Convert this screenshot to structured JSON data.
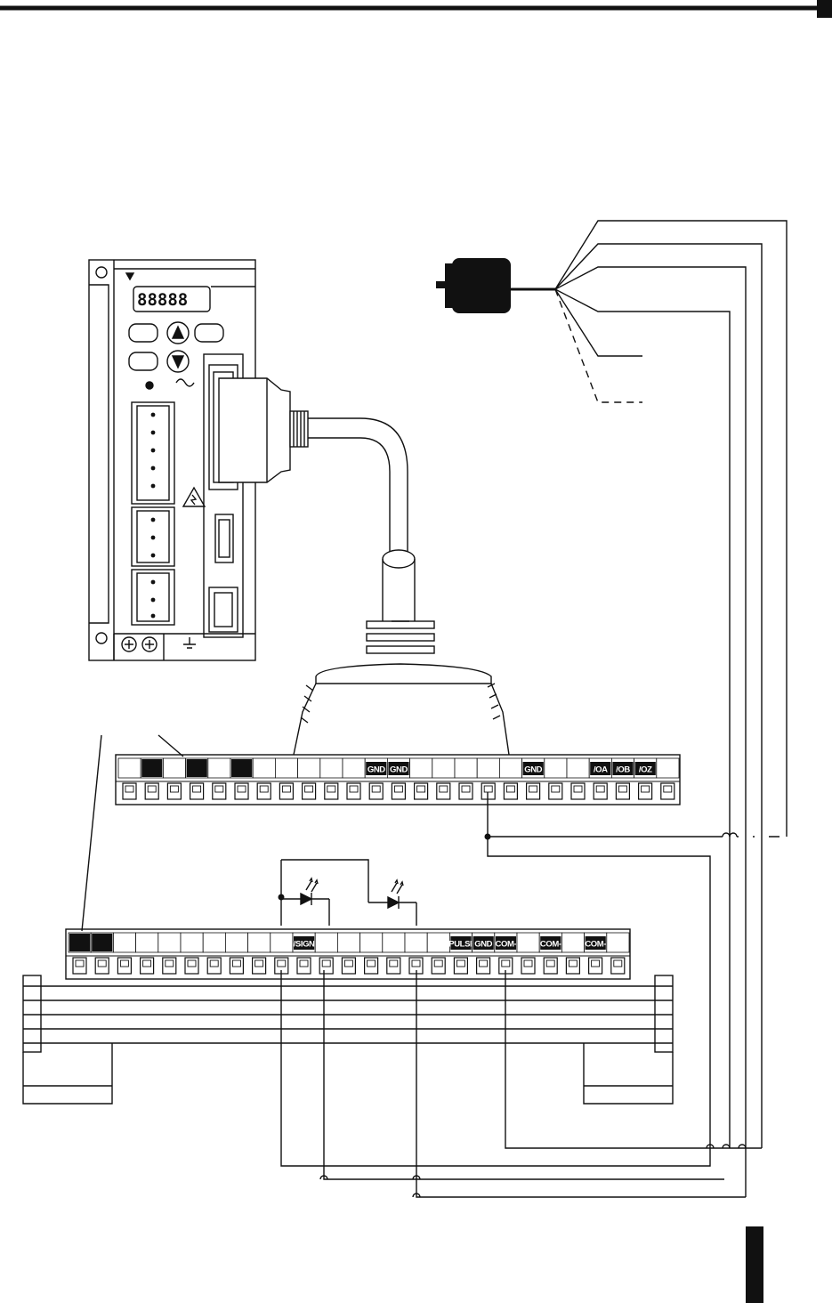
{
  "display": {
    "readout": "88888"
  },
  "upper_terminal_block": {
    "pin_count": 25,
    "labeled_pins": [
      {
        "index": 11,
        "label": "GND"
      },
      {
        "index": 12,
        "label": "GND"
      },
      {
        "index": 18,
        "label": "GND"
      },
      {
        "index": 21,
        "label": "/OA"
      },
      {
        "index": 22,
        "label": "/OB"
      },
      {
        "index": 23,
        "label": "/OZ"
      }
    ],
    "filled_pins": [
      1,
      3,
      5
    ]
  },
  "lower_terminal_block": {
    "pin_count": 25,
    "labeled_pins": [
      {
        "index": 10,
        "label": "/SIGN"
      },
      {
        "index": 17,
        "label": "/PULSE"
      },
      {
        "index": 18,
        "label": "GND"
      },
      {
        "index": 19,
        "label": "COM-"
      },
      {
        "index": 21,
        "label": "COM-"
      },
      {
        "index": 23,
        "label": "COM-"
      }
    ],
    "filled_pins": [
      0,
      1
    ]
  },
  "colors": {
    "ink": "#111111",
    "paper": "#ffffff"
  }
}
